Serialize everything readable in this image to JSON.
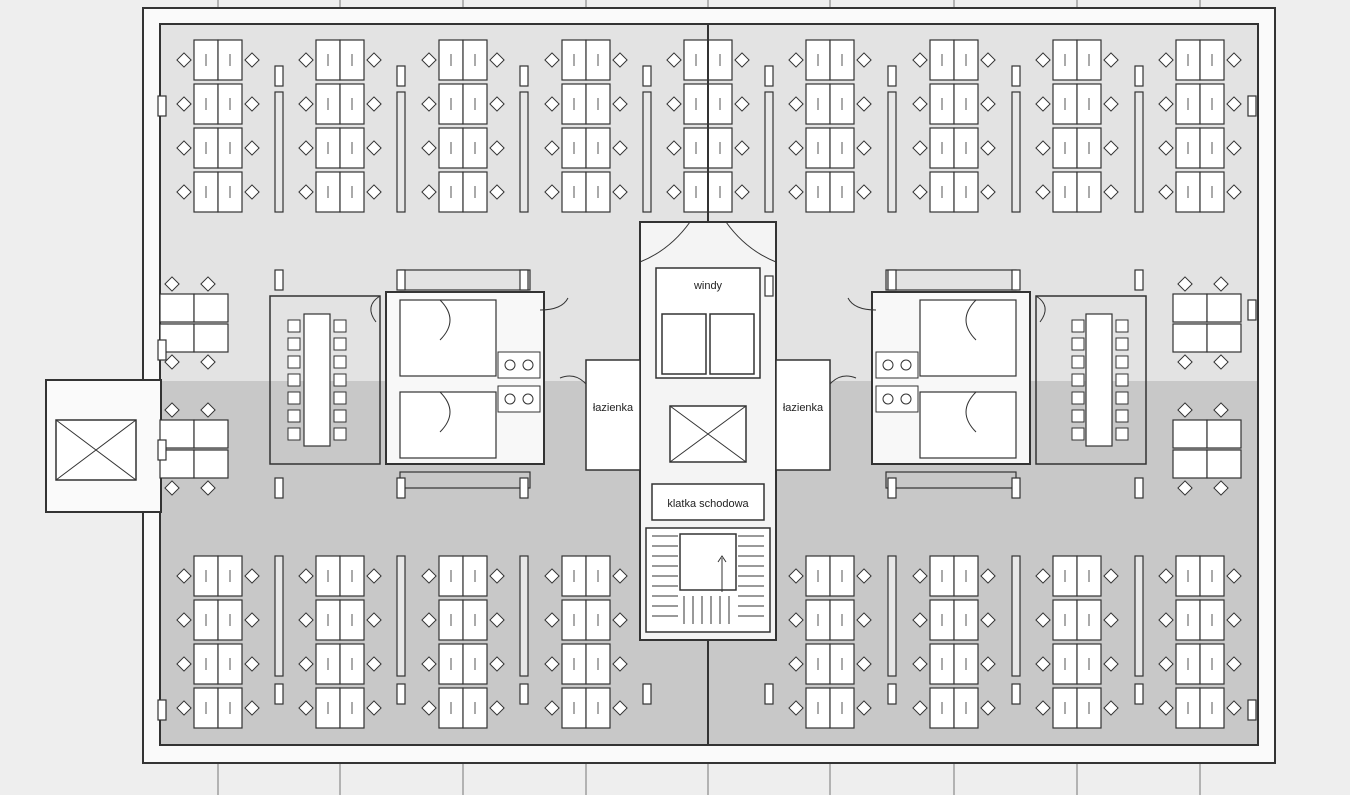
{
  "plan": {
    "labels": {
      "elevators": "windy",
      "bathroom_left": "łazienka",
      "bathroom_right": "łazienka",
      "staircase": "klatka schodowa"
    },
    "colors": {
      "background": "#ececec",
      "zone_light": "#e2e2e2",
      "zone_dark": "#c6c6c6",
      "wall": "#3a3a3a",
      "room": "#ffffff"
    }
  }
}
